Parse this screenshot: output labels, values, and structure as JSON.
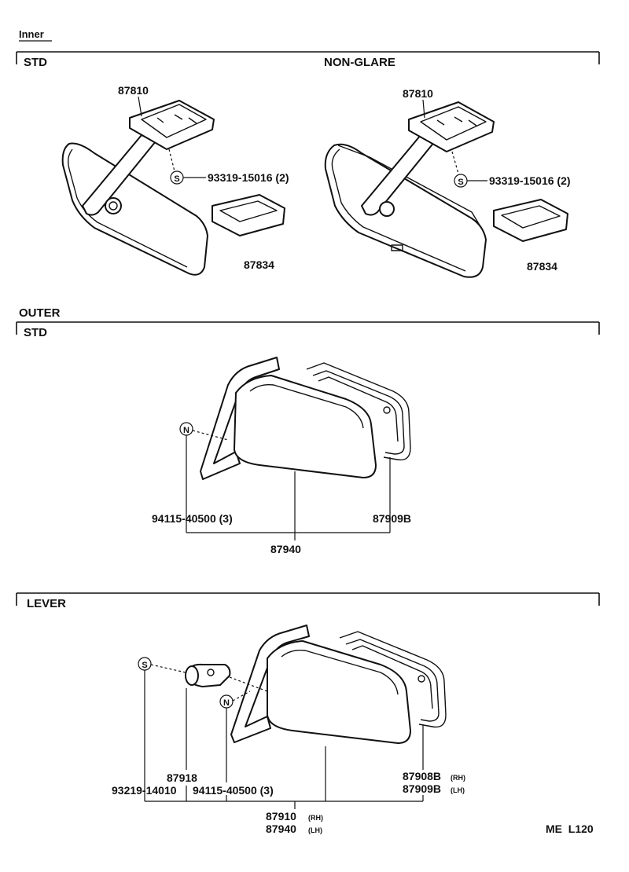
{
  "section_inner": "Inner",
  "inner": {
    "std_label": "STD",
    "nonglare_label": "NON-GLARE",
    "std": {
      "mount": "87810",
      "screw": "93319-15016 (2)",
      "cover": "87834",
      "screw_sym": "S"
    },
    "nonglare": {
      "mount": "87810",
      "screw": "93319-15016 (2)",
      "cover": "87834",
      "screw_sym": "S"
    }
  },
  "outer": {
    "title": "OUTER",
    "std_label": "STD",
    "std": {
      "nut_sym": "N",
      "nut": "94115-40500 (3)",
      "glass": "87909B",
      "assy": "87940"
    },
    "lever_label": "LEVER",
    "lever": {
      "screw_sym": "S",
      "nut_sym": "N",
      "knob": "87918",
      "screw": "93219-14010",
      "nut": "94115-40500 (3)",
      "glass_rh": "87908B",
      "glass_rh_tag": "(RH)",
      "glass_lh": "87909B",
      "glass_lh_tag": "(LH)",
      "assy_rh": "87910",
      "assy_rh_tag": "(RH)",
      "assy_lh": "87940",
      "assy_lh_tag": "(LH)"
    }
  },
  "page_code": "ME  L120"
}
